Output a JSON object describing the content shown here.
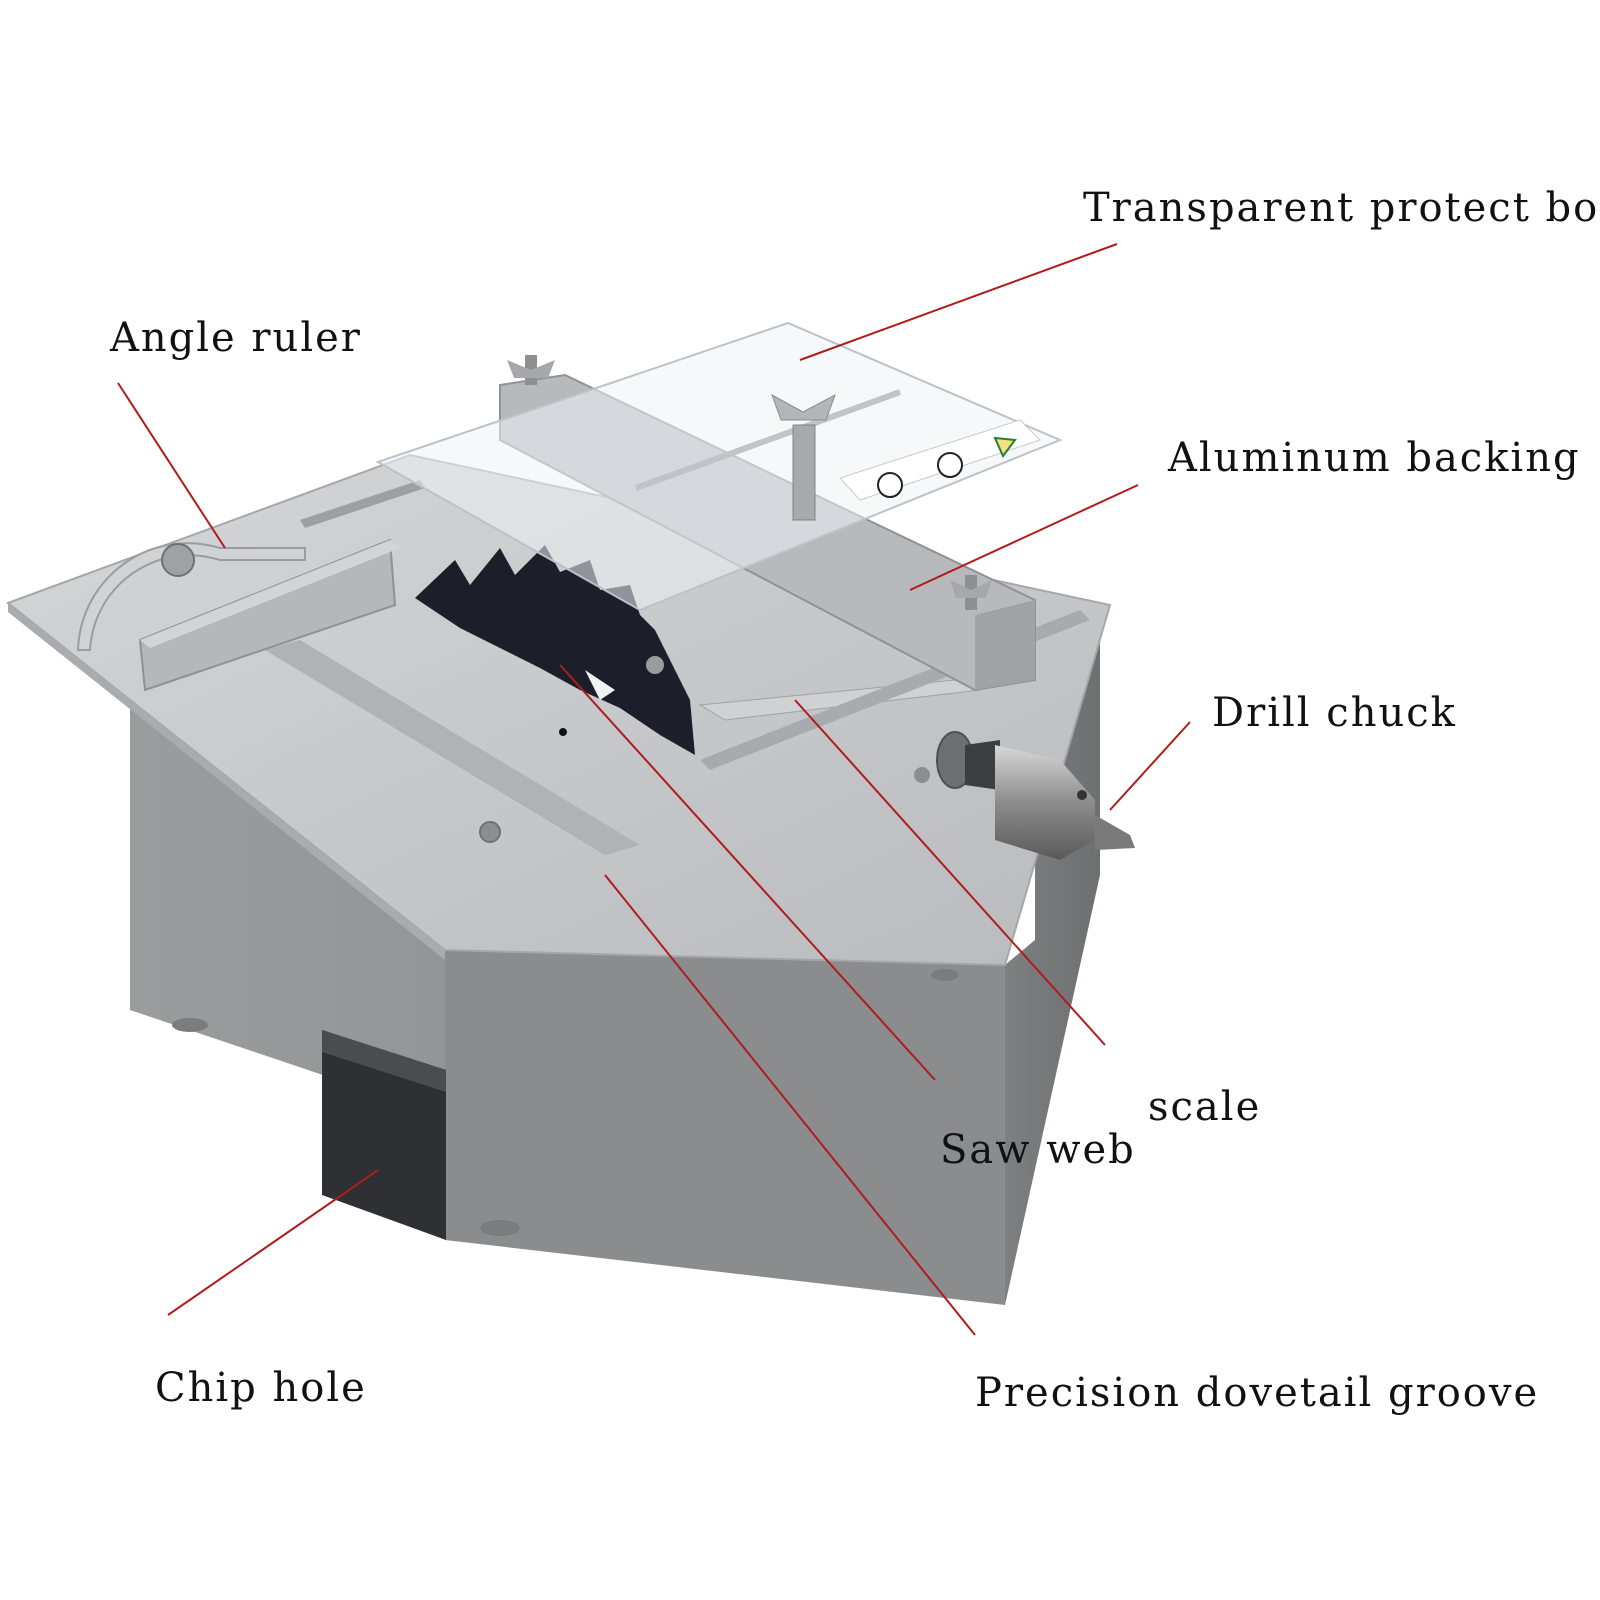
{
  "labels": {
    "transparent_protect_board": "Transparent protect board",
    "angle_ruler": "Angle ruler",
    "aluminum_backing": "Aluminum backing",
    "drill_chuck": "Drill chuck",
    "scale": "scale",
    "saw_web": "Saw web",
    "chip_hole": "Chip hole",
    "precision_dovetail_groove": "Precision dovetail groove"
  },
  "colors": {
    "leader_line": "#b01c1c",
    "body_gray": "#8f9193",
    "table_top": "#c3c5c8",
    "blade": "#1c1f2a"
  }
}
